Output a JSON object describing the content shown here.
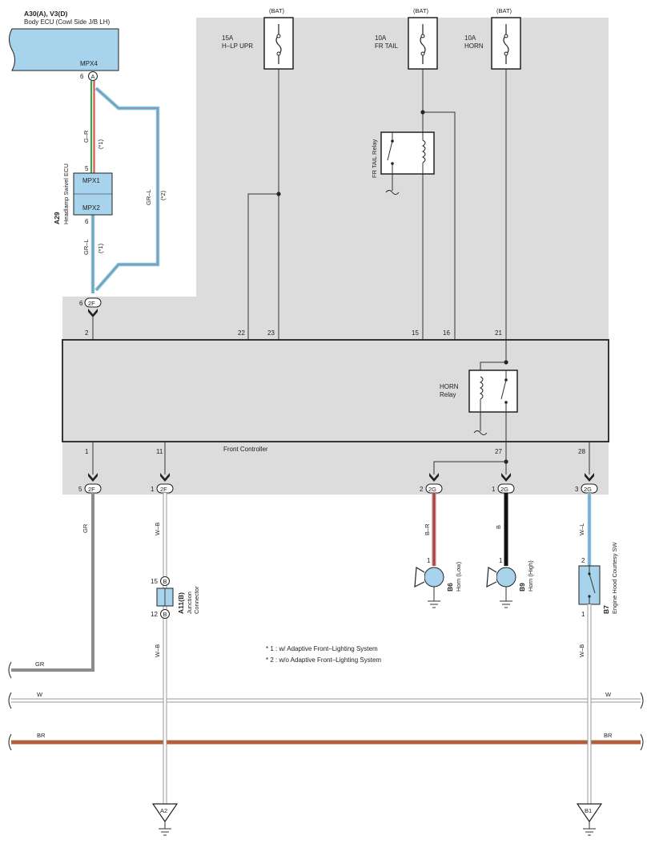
{
  "colors": {
    "shade": "#dcdcdc",
    "component_fill": "#a8d3ec",
    "wire_gr": "#8c8c8c",
    "wire_br": "#b35f3c",
    "wire_b": "#111111",
    "wire_br_red": "#d46a6a",
    "wire_l": "#7ec3e6",
    "wire_g": "#36a84b",
    "wire_r": "#e05252"
  },
  "icons": [
    "fuse-icon",
    "relay-icon",
    "horn-icon",
    "switch-icon",
    "ground-icon",
    "connector-circle-icon"
  ],
  "body_ecu": {
    "name": "A30(A), V3(D)",
    "desc": "Body ECU (Cowl Side J/B LH)",
    "port": "MPX4",
    "pin_num": "6",
    "pin_letter": "A"
  },
  "headlamp_ecu": {
    "code": "A29",
    "desc": "Headlamp Swivel ECU",
    "mpx1": "MPX1",
    "mpx2": "MPX2",
    "pin_top": "5",
    "pin_bottom": "6",
    "wire_top": "G–R",
    "wire_top_note": "(*1)",
    "wire_bottom": "GR–L",
    "wire_bottom_note": "(*1)",
    "wire_bypass": "GR–L",
    "wire_bypass_note": "(*2)"
  },
  "fuses": [
    {
      "source": "(BAT)",
      "rating": "15A",
      "name": "H–LP UPR"
    },
    {
      "source": "(BAT)",
      "rating": "10A",
      "name": "FR TAIL"
    },
    {
      "source": "(BAT)",
      "rating": "10A",
      "name": "HORN"
    }
  ],
  "fr_tail_relay": "FR TAIL Relay",
  "front_controller": {
    "name": "Front Controller",
    "horn_relay_line1": "HORN",
    "horn_relay_line2": "Relay",
    "pins_top": [
      "2",
      "22",
      "23",
      "15",
      "16",
      "21"
    ],
    "pins_bottom": [
      "1",
      "11",
      "27",
      "28"
    ]
  },
  "connectors": {
    "c2f_top": {
      "num": "6",
      "name": "2F"
    },
    "c2f_a": {
      "num": "5",
      "name": "2F"
    },
    "c2f_b": {
      "num": "1",
      "name": "2F"
    },
    "c2g_a": {
      "num": "2",
      "name": "2G"
    },
    "c2g_b": {
      "num": "1",
      "name": "2G"
    },
    "c2g_c": {
      "num": "3",
      "name": "2G"
    }
  },
  "wires": {
    "gr": "GR",
    "wb": "W–B",
    "br_r": "B–R",
    "b": "B",
    "wl": "W–L",
    "w": "W",
    "br": "BR"
  },
  "junction": {
    "code": "A11(B)",
    "desc1": "Junction",
    "desc2": "Connector",
    "pin_top": "15",
    "pin_bottom": "12",
    "letter": "B"
  },
  "horn_low": {
    "code": "B6",
    "desc": "Horn (Low)",
    "pin": "1"
  },
  "horn_high": {
    "code": "B9",
    "desc": "Horn (High)",
    "pin": "1"
  },
  "hood_sw": {
    "code": "B7",
    "desc": "Engine Hood Courtesy SW",
    "pin_top": "2",
    "pin_bottom": "1"
  },
  "notes": [
    "* 1 : w/ Adaptive Front–Lighting System",
    "* 2 : w/o Adaptive Front–Lighting System"
  ],
  "grounds": [
    "A2",
    "B1"
  ]
}
